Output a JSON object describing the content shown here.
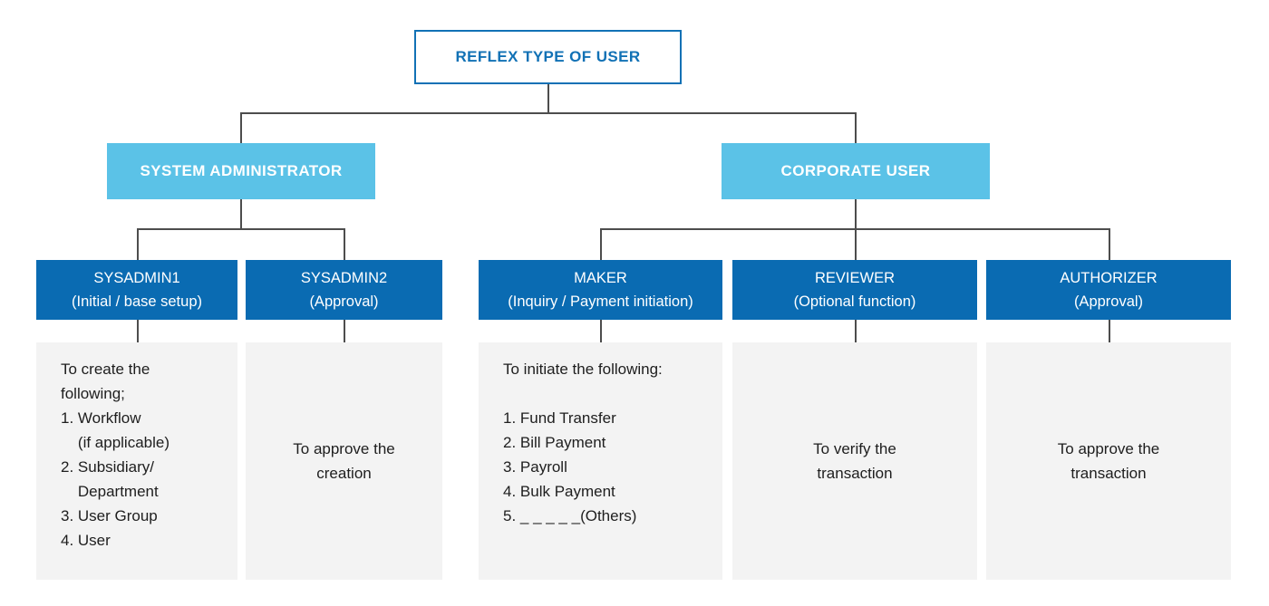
{
  "palette": {
    "root_border_blue": "#1171b5",
    "branch_light_blue": "#5bc2e7",
    "role_dark_blue": "#0a6bb2",
    "connector_gray": "#4d4d4d",
    "panel_gray": "#f3f3f3",
    "body_text": "#1e1e1e"
  },
  "tree": {
    "root_label": "REFLEX TYPE OF USER",
    "branches": [
      {
        "label": "SYSTEM ADMINISTRATOR",
        "roles": [
          {
            "title": "SYSADMIN1",
            "subtitle": "(Initial / base setup)",
            "description": "To create the\nfollowing;\n1. Workflow\n    (if applicable)\n2. Subsidiary/\n    Department\n3. User Group\n4. User"
          },
          {
            "title": "SYSADMIN2",
            "subtitle": "(Approval)",
            "description": "To approve the\ncreation"
          }
        ]
      },
      {
        "label": "CORPORATE USER",
        "roles": [
          {
            "title": "MAKER",
            "subtitle": "(Inquiry / Payment initiation)",
            "description": "To initiate the following:\n\n1. Fund Transfer\n2. Bill Payment\n3. Payroll\n4. Bulk Payment\n5. _ _ _ _ _(Others)"
          },
          {
            "title": "REVIEWER",
            "subtitle": "(Optional function)",
            "description": "To verify the\ntransaction"
          },
          {
            "title": "AUTHORIZER",
            "subtitle": "(Approval)",
            "description": "To approve the\ntransaction"
          }
        ]
      }
    ]
  }
}
